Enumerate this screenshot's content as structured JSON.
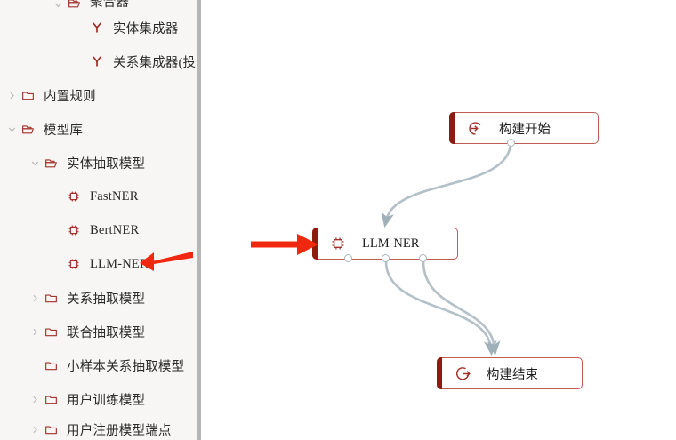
{
  "sidebar": {
    "scrollbar": "vertical-scrollbar",
    "items": [
      {
        "label": "聚合器",
        "icon": "folder-open-icon",
        "indent": 2,
        "chevron": "down",
        "clipped": "top"
      },
      {
        "label": "实体集成器",
        "icon": "merge-y-icon",
        "indent": 3,
        "chevron": "none"
      },
      {
        "label": "关系集成器(投票)",
        "icon": "merge-y-icon",
        "indent": 3,
        "chevron": "none"
      },
      {
        "label": "内置规则",
        "icon": "folder-closed-icon",
        "indent": 0,
        "chevron": "right"
      },
      {
        "label": "模型库",
        "icon": "folder-open-icon",
        "indent": 0,
        "chevron": "down"
      },
      {
        "label": "实体抽取模型",
        "icon": "folder-open-icon",
        "indent": 1,
        "chevron": "down"
      },
      {
        "label": "FastNER",
        "icon": "chip-icon",
        "indent": 2,
        "chevron": "none"
      },
      {
        "label": "BertNER",
        "icon": "chip-icon",
        "indent": 2,
        "chevron": "none"
      },
      {
        "label": "LLM-NER",
        "icon": "chip-icon",
        "indent": 2,
        "chevron": "none"
      },
      {
        "label": "关系抽取模型",
        "icon": "folder-closed-icon",
        "indent": 1,
        "chevron": "right"
      },
      {
        "label": "联合抽取模型",
        "icon": "folder-closed-icon",
        "indent": 1,
        "chevron": "right"
      },
      {
        "label": "小样本关系抽取模型",
        "icon": "folder-closed-icon",
        "indent": 1,
        "chevron": "none"
      },
      {
        "label": "用户训练模型",
        "icon": "folder-closed-icon",
        "indent": 1,
        "chevron": "right"
      },
      {
        "label": "用户注册模型端点",
        "icon": "folder-closed-icon",
        "indent": 1,
        "chevron": "right",
        "clipped": "bottom"
      }
    ]
  },
  "canvas": {
    "nodes": [
      {
        "id": "start",
        "label": "构建开始",
        "icon": "enter-circle-icon"
      },
      {
        "id": "llm_ner",
        "label": "LLM-NER",
        "icon": "chip-icon"
      },
      {
        "id": "end",
        "label": "构建结束",
        "icon": "exit-circle-icon"
      }
    ],
    "annotations": [
      {
        "name": "sidebar-pointer-arrow",
        "direction": "left"
      },
      {
        "name": "node-pointer-arrow",
        "direction": "right"
      }
    ]
  },
  "colors": {
    "accent_dark_red": "#8e1b12",
    "node_border": "#c05b56",
    "annotation_red": "#f02810",
    "edge_gray": "#b3c0c7",
    "sidebar_bg": "#f7f6f5",
    "scrollbar": "#b6b6b6"
  }
}
